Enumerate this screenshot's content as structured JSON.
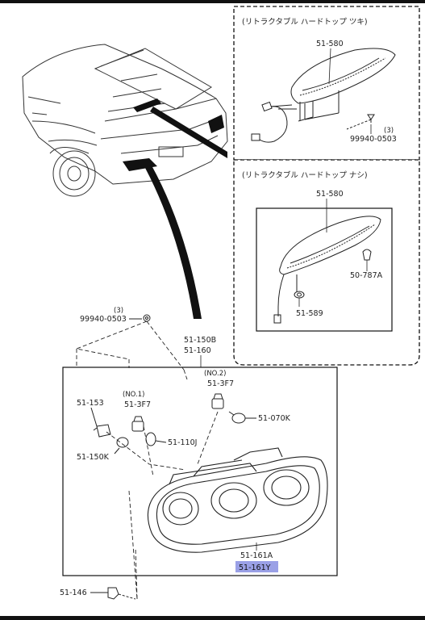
{
  "diagram": {
    "inset_hardtop_with": {
      "title": "(リトラクタブル ハードトップ ツキ)",
      "parts": [
        {
          "number": "51-580"
        },
        {
          "number": "99940-0503",
          "qty": "(3)"
        }
      ]
    },
    "inset_hardtop_without": {
      "title": "(リトラクタブル ハードトップ ナシ)",
      "parts": [
        {
          "number": "51-580"
        },
        {
          "number": "50-787A"
        },
        {
          "number": "51-589"
        }
      ]
    },
    "main": {
      "screw": {
        "number": "99940-0503",
        "qty": "(3)"
      },
      "assembly_numbers": [
        "51-150B",
        "51-160"
      ],
      "bulbs": {
        "no2_label": "(NO.2)",
        "no2_socket": "51-3F7",
        "no2_bulb": "51-070K",
        "no1_label": "(NO.1)",
        "no1_socket": "51-3F7",
        "no1_bulb": "51-110J",
        "side_socket": "51-153",
        "side_bulb": "51-150K"
      },
      "lens_numbers": [
        "51-161A",
        "51-161Y"
      ],
      "clip": "51-146"
    },
    "colors": {
      "line": "#111111",
      "highlight": "#9aa0e6"
    }
  }
}
